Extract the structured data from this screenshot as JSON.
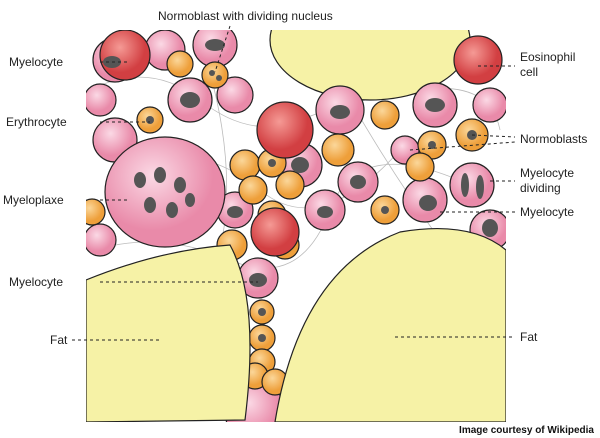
{
  "labels": {
    "normoblast_dividing": "Normoblast with dividing nucleus",
    "myelocyte_top": "Myelocyte",
    "erythrocyte": "Erythrocyte",
    "myeloplaxe": "Myeloplaxe",
    "myelocyte_left": "Myelocyte",
    "fat_left": "Fat",
    "eosinophil_1": "Eosinophil",
    "eosinophil_2": "cell",
    "normoblasts": "Normoblasts",
    "myelocyte_dividing_1": "Myelocyte",
    "myelocyte_dividing_2": "dividing",
    "myelocyte_right": "Myelocyte",
    "fat_right": "Fat"
  },
  "credit": "Image courtesy of Wikipedia",
  "colors": {
    "fat": "#f6f2a6",
    "myelocyte": "#f0a2bd",
    "normoblast": "#f2b04e",
    "eosinophil": "#df5455",
    "nucleus": "#555"
  }
}
